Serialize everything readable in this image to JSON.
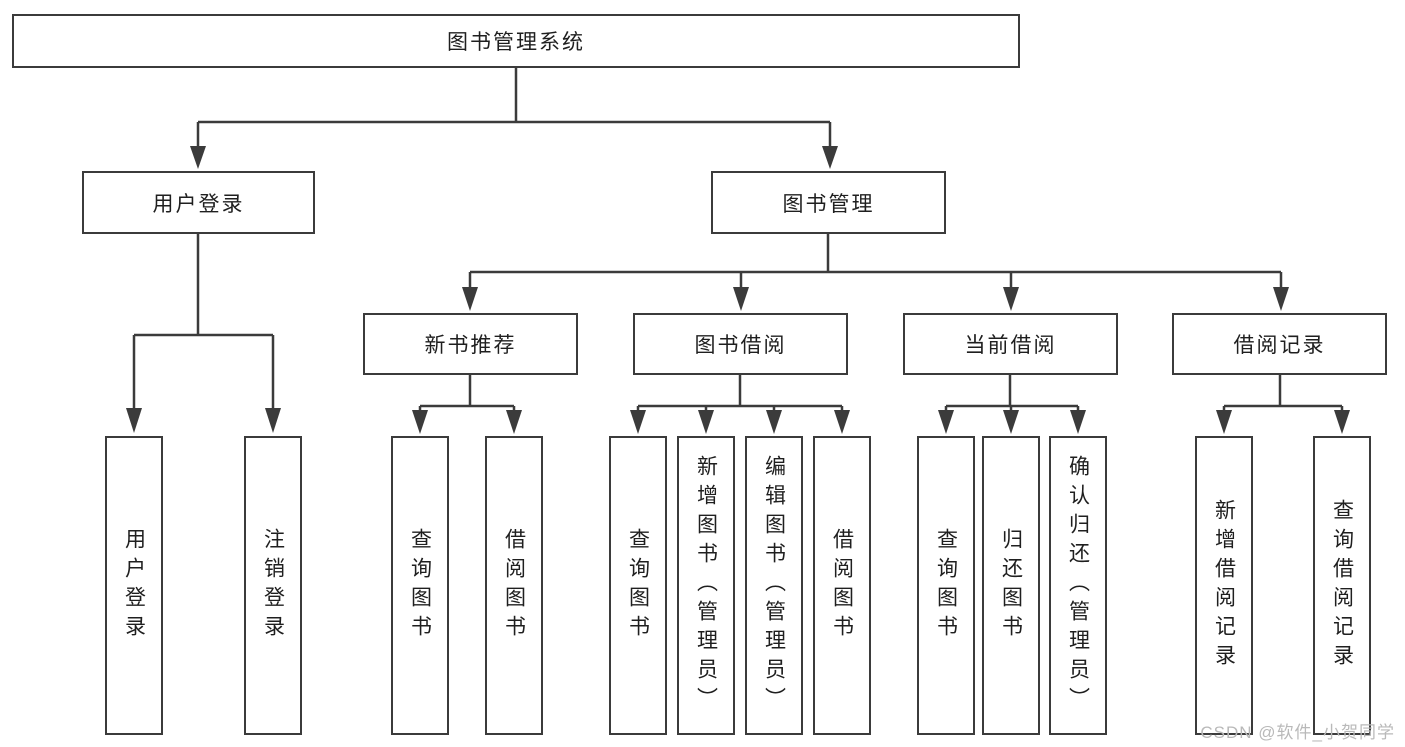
{
  "tree": {
    "root": {
      "label": "图书管理系统"
    },
    "level2": [
      {
        "label": "用户登录",
        "children": [
          {
            "label": "用户登录"
          },
          {
            "label": "注销登录"
          }
        ]
      },
      {
        "label": "图书管理",
        "children": [
          {
            "label": "新书推荐",
            "children": [
              {
                "label": "查询图书"
              },
              {
                "label": "借阅图书"
              }
            ]
          },
          {
            "label": "图书借阅",
            "children": [
              {
                "label": "查询图书"
              },
              {
                "label": "新增图书（管理员）"
              },
              {
                "label": "编辑图书（管理员）"
              },
              {
                "label": "借阅图书"
              }
            ]
          },
          {
            "label": "当前借阅",
            "children": [
              {
                "label": "查询图书"
              },
              {
                "label": "归还图书"
              },
              {
                "label": "确认归还（管理员）"
              }
            ]
          },
          {
            "label": "借阅记录",
            "children": [
              {
                "label": "新增借阅记录"
              },
              {
                "label": "查询借阅记录"
              }
            ]
          }
        ]
      }
    ]
  },
  "watermark": "CSDN @软件_小贺同学",
  "colors": {
    "line": "#3b3b3b",
    "box_border": "#3b3b3b",
    "text": "#1f1f1f",
    "watermark": "#b9b9b9",
    "background": "#ffffff"
  }
}
